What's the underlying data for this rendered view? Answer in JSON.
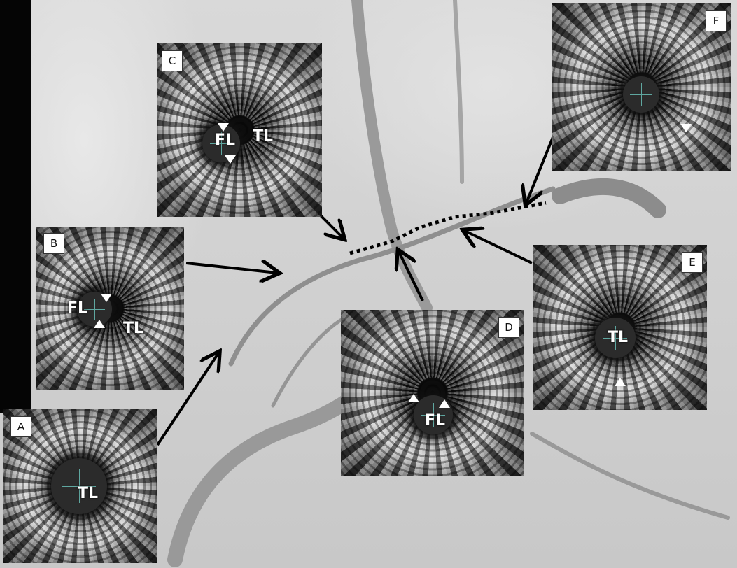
{
  "panels": {
    "A": {
      "label": "A",
      "lumens": [
        "TL"
      ]
    },
    "B": {
      "label": "B",
      "lumens": [
        "FL",
        "TL"
      ]
    },
    "C": {
      "label": "C",
      "lumens": [
        "FL",
        "TL"
      ]
    },
    "D": {
      "label": "D",
      "lumens": [
        "FL"
      ]
    },
    "E": {
      "label": "E",
      "lumens": [
        "TL"
      ]
    },
    "F": {
      "label": "F",
      "lumens": []
    }
  },
  "colors": {
    "arrow": "#000000",
    "label_box": "#ffffff",
    "crosshair": "#5fa7a0"
  }
}
